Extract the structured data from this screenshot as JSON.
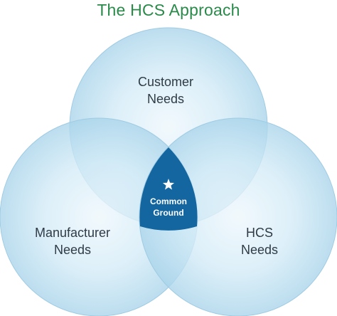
{
  "title": "The HCS Approach",
  "colors": {
    "title": "#2a8a4a",
    "circle_edge": "#a9d4ea",
    "circle_center": "#eef7fc",
    "common_ground_fill": "#1466a0",
    "label_text": "#2f3b46"
  },
  "circles": {
    "customer": {
      "line1": "Customer",
      "line2": "Needs"
    },
    "manufacturer": {
      "line1": "Manufacturer",
      "line2": "Needs"
    },
    "hcs": {
      "line1": "HCS",
      "line2": "Needs"
    }
  },
  "common_ground": {
    "icon": "star-icon",
    "line1": "Common",
    "line2": "Ground"
  }
}
